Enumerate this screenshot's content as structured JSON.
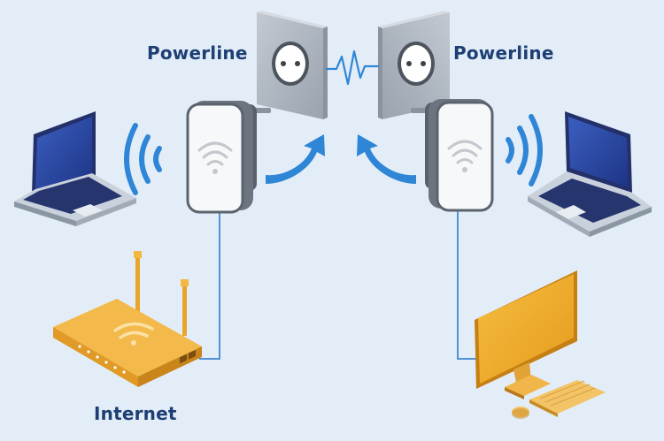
{
  "labels": {
    "powerline_left": "Powerline",
    "powerline_right": "Powerline",
    "internet": "Internet"
  },
  "colors": {
    "background": "#e3edf8",
    "label_text": "#1d3f73",
    "signal_blue": "#2f86d6",
    "cable_blue": "#4f93d4",
    "router_orange": "#f0b030",
    "laptop_screen": "#1f3c94"
  },
  "icons": [
    "laptop-icon",
    "wifi-signal-icon",
    "powerline-adapter-icon",
    "wall-socket-icon",
    "router-icon",
    "desktop-monitor-icon",
    "keyboard-icon",
    "mouse-icon",
    "arrow-icon",
    "electric-pulse-icon"
  ]
}
